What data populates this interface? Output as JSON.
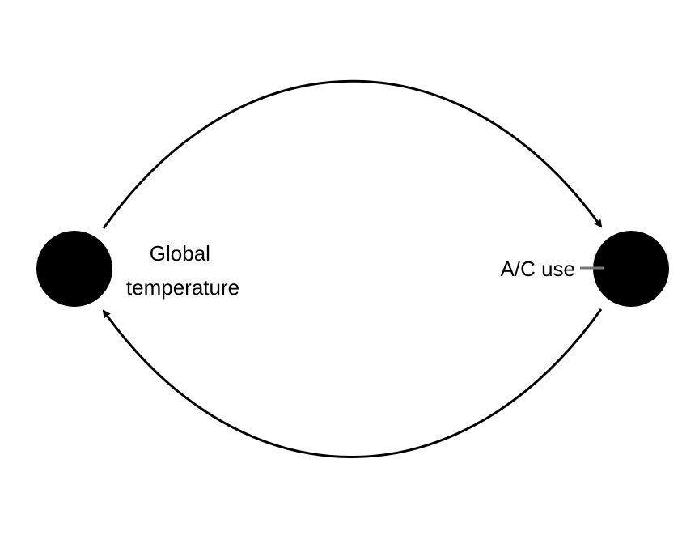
{
  "diagram": {
    "nodes": [
      {
        "id": "global_temperature",
        "label_lines": [
          "Global",
          "temperature"
        ]
      },
      {
        "id": "ac_use",
        "label": "A/C use"
      }
    ],
    "edges": [
      {
        "from": "global_temperature",
        "to": "ac_use"
      },
      {
        "from": "ac_use",
        "to": "global_temperature"
      }
    ],
    "colors": {
      "node": "#000000",
      "edge": "#000000",
      "label_tick": "#777777"
    }
  }
}
